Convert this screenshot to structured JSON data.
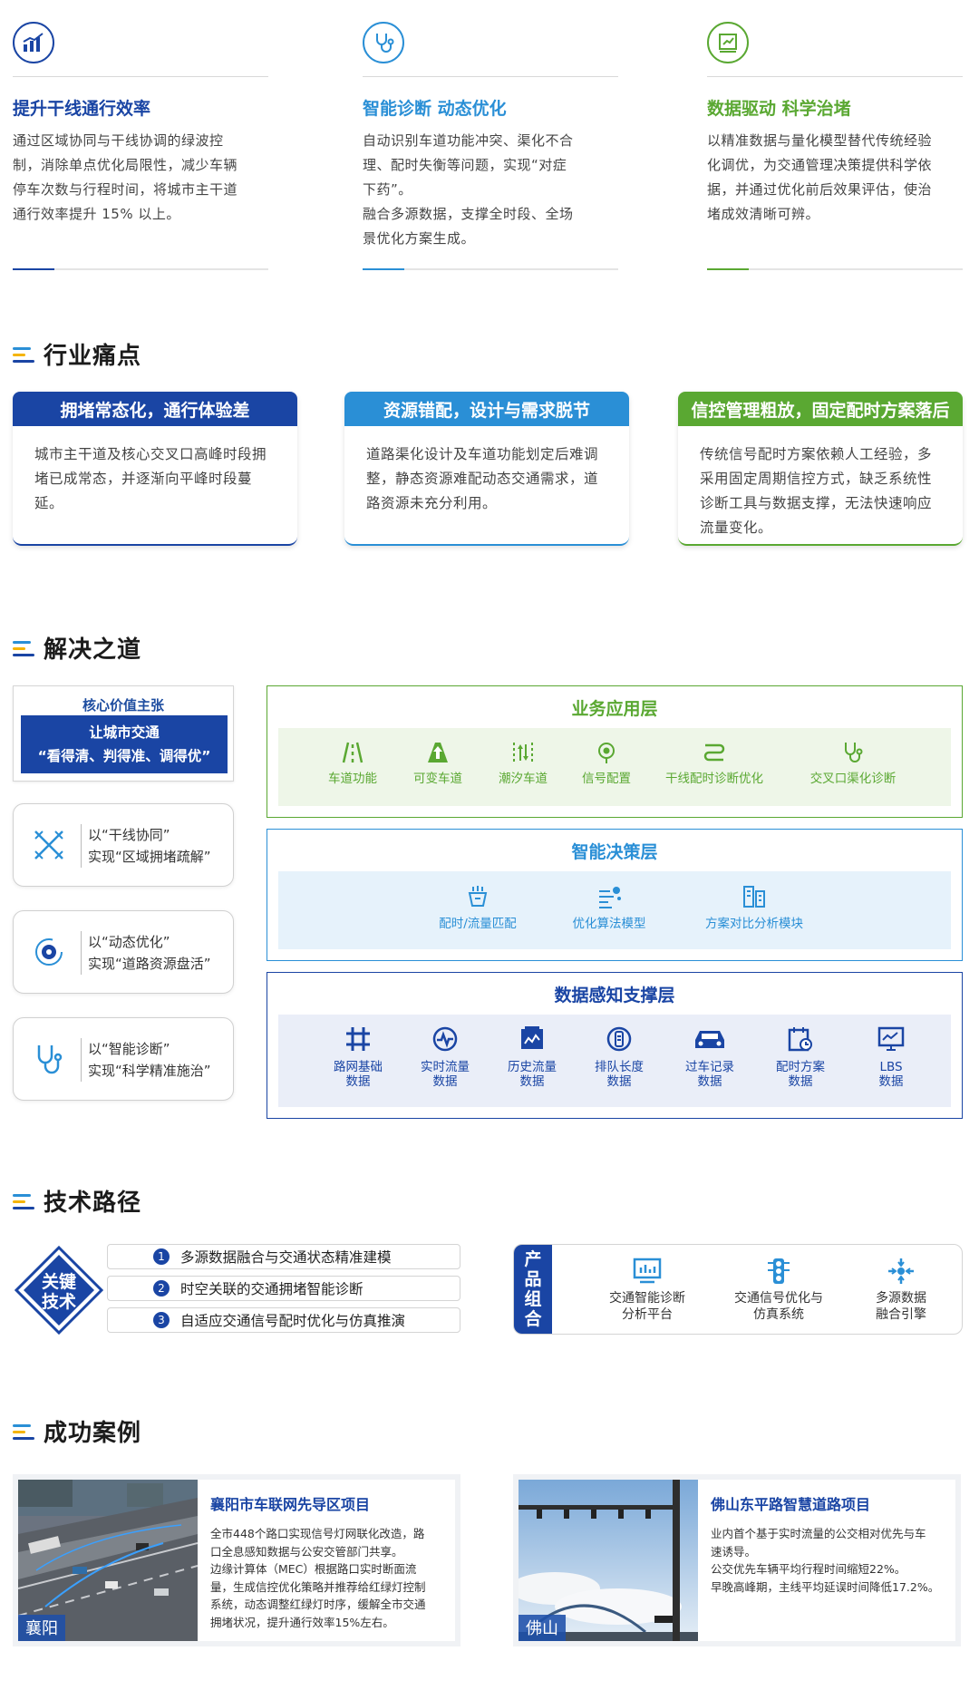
{
  "features": [
    {
      "title": "提升干线通行效率",
      "body": "通过区域协同与干线协调的绿波控\n制，消除单点优化局限性，减少车辆\n停车次数与行程时间，将城市主干道\n通行效率提升 15% 以上。",
      "color": "#1a45a4",
      "icon": "chart-icon"
    },
    {
      "title": "智能诊断 动态优化",
      "body": "自动识别车道功能冲突、渠化不合\n理、配时失衡等问题，实现“对症\n下药”。\n融合多源数据，支撑全时段、全场\n景优化方案生成。",
      "color": "#2a8fd6",
      "icon": "stethoscope-icon"
    },
    {
      "title": "数据驱动 科学治堵",
      "body": "以精准数据与量化模型替代传统经验\n化调优，为交通管理决策提供科学依\n据，并通过优化前后效果评估，使治\n堵成效清晰可辨。",
      "color": "#5aa832",
      "icon": "chart-box-icon"
    }
  ],
  "sections": {
    "pain": "行业痛点",
    "solution": "解决之道",
    "tech": "技术路径",
    "cases": "成功案例"
  },
  "pains": [
    {
      "title": "拥堵常态化，通行体验差",
      "body": "城市主干道及核心交叉口高峰时段拥堵已成常态，并逐渐向平峰时段蔓延。",
      "color": "#1a45a4"
    },
    {
      "title": "资源错配，设计与需求脱节",
      "body": "道路渠化设计及车道功能划定后难调整，静态资源难配动态交通需求，道路资源未充分利用。",
      "color": "#2a8fd6"
    },
    {
      "title": "信控管理粗放，固定配时方案落后",
      "body": "传统信号配时方案依赖人工经验，多采用固定周期信控方式，缺乏系统性诊断工具与数据支撑，无法快速响应流量变化。",
      "color": "#5aa832"
    }
  ],
  "core": {
    "caption": "核心价值主张",
    "line1": "让城市交通",
    "line2": "“看得清、判得准、调得优”"
  },
  "pills": [
    {
      "line1": "以“干线协同”",
      "line2": "实现“区域拥堵疏解”",
      "icon": "cross-arrows-icon"
    },
    {
      "line1": "以“动态优化”",
      "line2": "实现“道路资源盘活”",
      "icon": "gear-cycle-icon"
    },
    {
      "line1": "以“智能诊断”",
      "line2": "实现“科学精准施治”",
      "icon": "stethoscope-icon"
    }
  ],
  "layers": {
    "app": {
      "title": "业务应用层",
      "color": "#5aa832",
      "items": [
        "车道功能",
        "可变车道",
        "潮汐车道",
        "信号配置",
        "干线配时诊断优化",
        "交叉口渠化诊断"
      ]
    },
    "decision": {
      "title": "智能决策层",
      "color": "#2a8fd6",
      "items": [
        "配时/流量匹配",
        "优化算法模型",
        "方案对比分析模块"
      ]
    },
    "sense": {
      "title": "数据感知支撑层",
      "color": "#1a45a4",
      "items": [
        [
          "路网基础",
          "数据"
        ],
        [
          "实时流量",
          "数据"
        ],
        [
          "历史流量",
          "数据"
        ],
        [
          "排队长度",
          "数据"
        ],
        [
          "过车记录",
          "数据"
        ],
        [
          "配时方案",
          "数据"
        ],
        [
          "LBS",
          "数据"
        ]
      ]
    }
  },
  "tech": {
    "badge1": "关键",
    "badge2": "技术",
    "rows": [
      {
        "n": "1",
        "label": "多源数据融合与交通状态精准建模"
      },
      {
        "n": "2",
        "label": "时空关联的交通拥堵智能诊断"
      },
      {
        "n": "3",
        "label": "自适应交通信号配时优化与仿真推演"
      }
    ],
    "product_tag": [
      "产",
      "品",
      "组",
      "合"
    ],
    "products": [
      {
        "l1": "交通智能诊断",
        "l2": "分析平台",
        "icon": "monitor-chart-icon"
      },
      {
        "l1": "交通信号优化与",
        "l2": "仿真系统",
        "icon": "traffic-light-icon"
      },
      {
        "l1": "多源数据",
        "l2": "融合引擎",
        "icon": "fusion-icon"
      }
    ]
  },
  "cases": [
    {
      "city": "襄阳",
      "title": "襄阳市车联网先导区项目",
      "body": "全市448个路口实现信号灯网联化改造，路\n口全息感知数据与公安交管部门共享。\n边缘计算体（MEC）根据路口实时断面流\n量，生成信控优化策略并推荐给红绿灯控制\n系统，动态调整红绿灯时序，缓解全市交通\n拥堵状况，提升通行效率15%左右。"
    },
    {
      "city": "佛山",
      "title": "佛山东平路智慧道路项目",
      "body": "业内首个基于实时流量的公交相对优先与车\n速诱导。\n公交优先车辆平均行程时间缩短22%。\n早晚高峰期，主线平均延误时间降低17.2%。"
    }
  ],
  "colors": {
    "blue": "#1a45a4",
    "sky": "#2a8fd6",
    "green": "#5aa832",
    "yellow": "#f5b400"
  }
}
